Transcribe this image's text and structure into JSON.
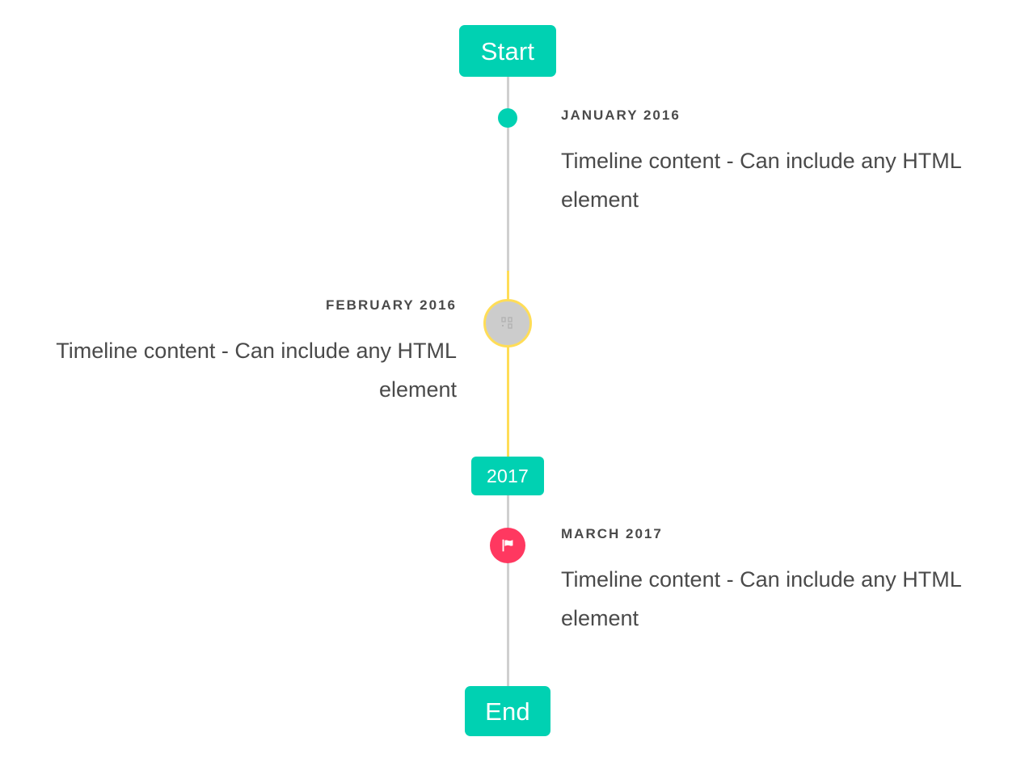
{
  "page": {
    "background": "#ffffff",
    "accent_teal": "#00d1b2",
    "accent_yellow": "#ffdd57",
    "accent_pink": "#ff3860",
    "rail_gray": "#cfcfcf",
    "text_color": "#4a4a4a"
  },
  "header": {
    "start_label": "Start"
  },
  "footer": {
    "end_label": "End"
  },
  "divider": {
    "year_label": "2017"
  },
  "entries": [
    {
      "side": "right",
      "heading": "JANUARY 2016",
      "body": "Timeline content - Can include any HTML element",
      "marker": "dot-icon",
      "marker_color": "#00d1b2"
    },
    {
      "side": "left",
      "heading": "FEBRUARY 2016",
      "body": "Timeline content - Can include any HTML element",
      "marker": "broken-image-icon",
      "marker_color": "#cccccc",
      "marker_ring_color": "#ffdd57"
    },
    {
      "side": "right",
      "heading": "MARCH 2017",
      "body": "Timeline content - Can include any HTML element",
      "marker": "flag-icon",
      "marker_color": "#ff3860"
    }
  ]
}
